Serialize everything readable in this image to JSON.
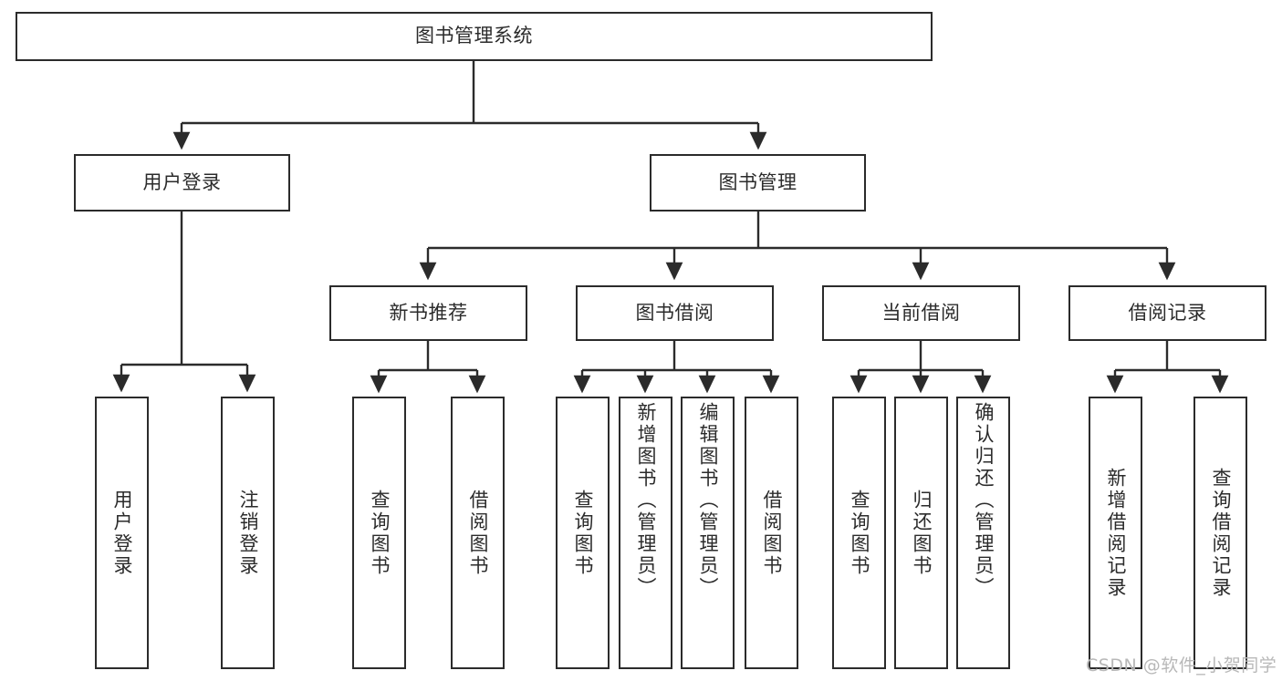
{
  "diagram": {
    "title": "图书管理系统",
    "watermark": "CSDN @软件_小贺同学",
    "colors": {
      "stroke": "#2b2b2b",
      "fill": "#ffffff",
      "text": "#2b2b2b",
      "watermark": "#b8b8b8"
    },
    "nodes": {
      "root": {
        "label": "图书管理系统"
      },
      "level2": [
        {
          "id": "user-login",
          "label": "用户登录"
        },
        {
          "id": "book-management",
          "label": "图书管理"
        }
      ],
      "level3": [
        {
          "id": "new-book-recommend",
          "label": "新书推荐"
        },
        {
          "id": "book-borrow",
          "label": "图书借阅"
        },
        {
          "id": "current-borrow",
          "label": "当前借阅"
        },
        {
          "id": "borrow-record",
          "label": "借阅记录"
        }
      ],
      "leaves": {
        "user_login": [
          {
            "id": "leaf-user-login",
            "label": "用户登录"
          },
          {
            "id": "leaf-logout-login",
            "label": "注销登录"
          }
        ],
        "new_book_recommend": [
          {
            "id": "leaf-query-book-1",
            "label": "查询图书"
          },
          {
            "id": "leaf-borrow-book-1",
            "label": "借阅图书"
          }
        ],
        "book_borrow": [
          {
            "id": "leaf-query-book-2",
            "label": "查询图书"
          },
          {
            "id": "leaf-add-book-admin",
            "label": "新增图书（管理员）"
          },
          {
            "id": "leaf-edit-book-admin",
            "label": "编辑图书（管理员）"
          },
          {
            "id": "leaf-borrow-book-2",
            "label": "借阅图书"
          }
        ],
        "current_borrow": [
          {
            "id": "leaf-query-book-3",
            "label": "查询图书"
          },
          {
            "id": "leaf-return-book",
            "label": "归还图书"
          },
          {
            "id": "leaf-confirm-return-admin",
            "label": "确认归还（管理员）"
          }
        ],
        "borrow_record": [
          {
            "id": "leaf-add-borrow-record",
            "label": "新增借阅记录"
          },
          {
            "id": "leaf-query-borrow-record",
            "label": "查询借阅记录"
          }
        ]
      }
    }
  }
}
